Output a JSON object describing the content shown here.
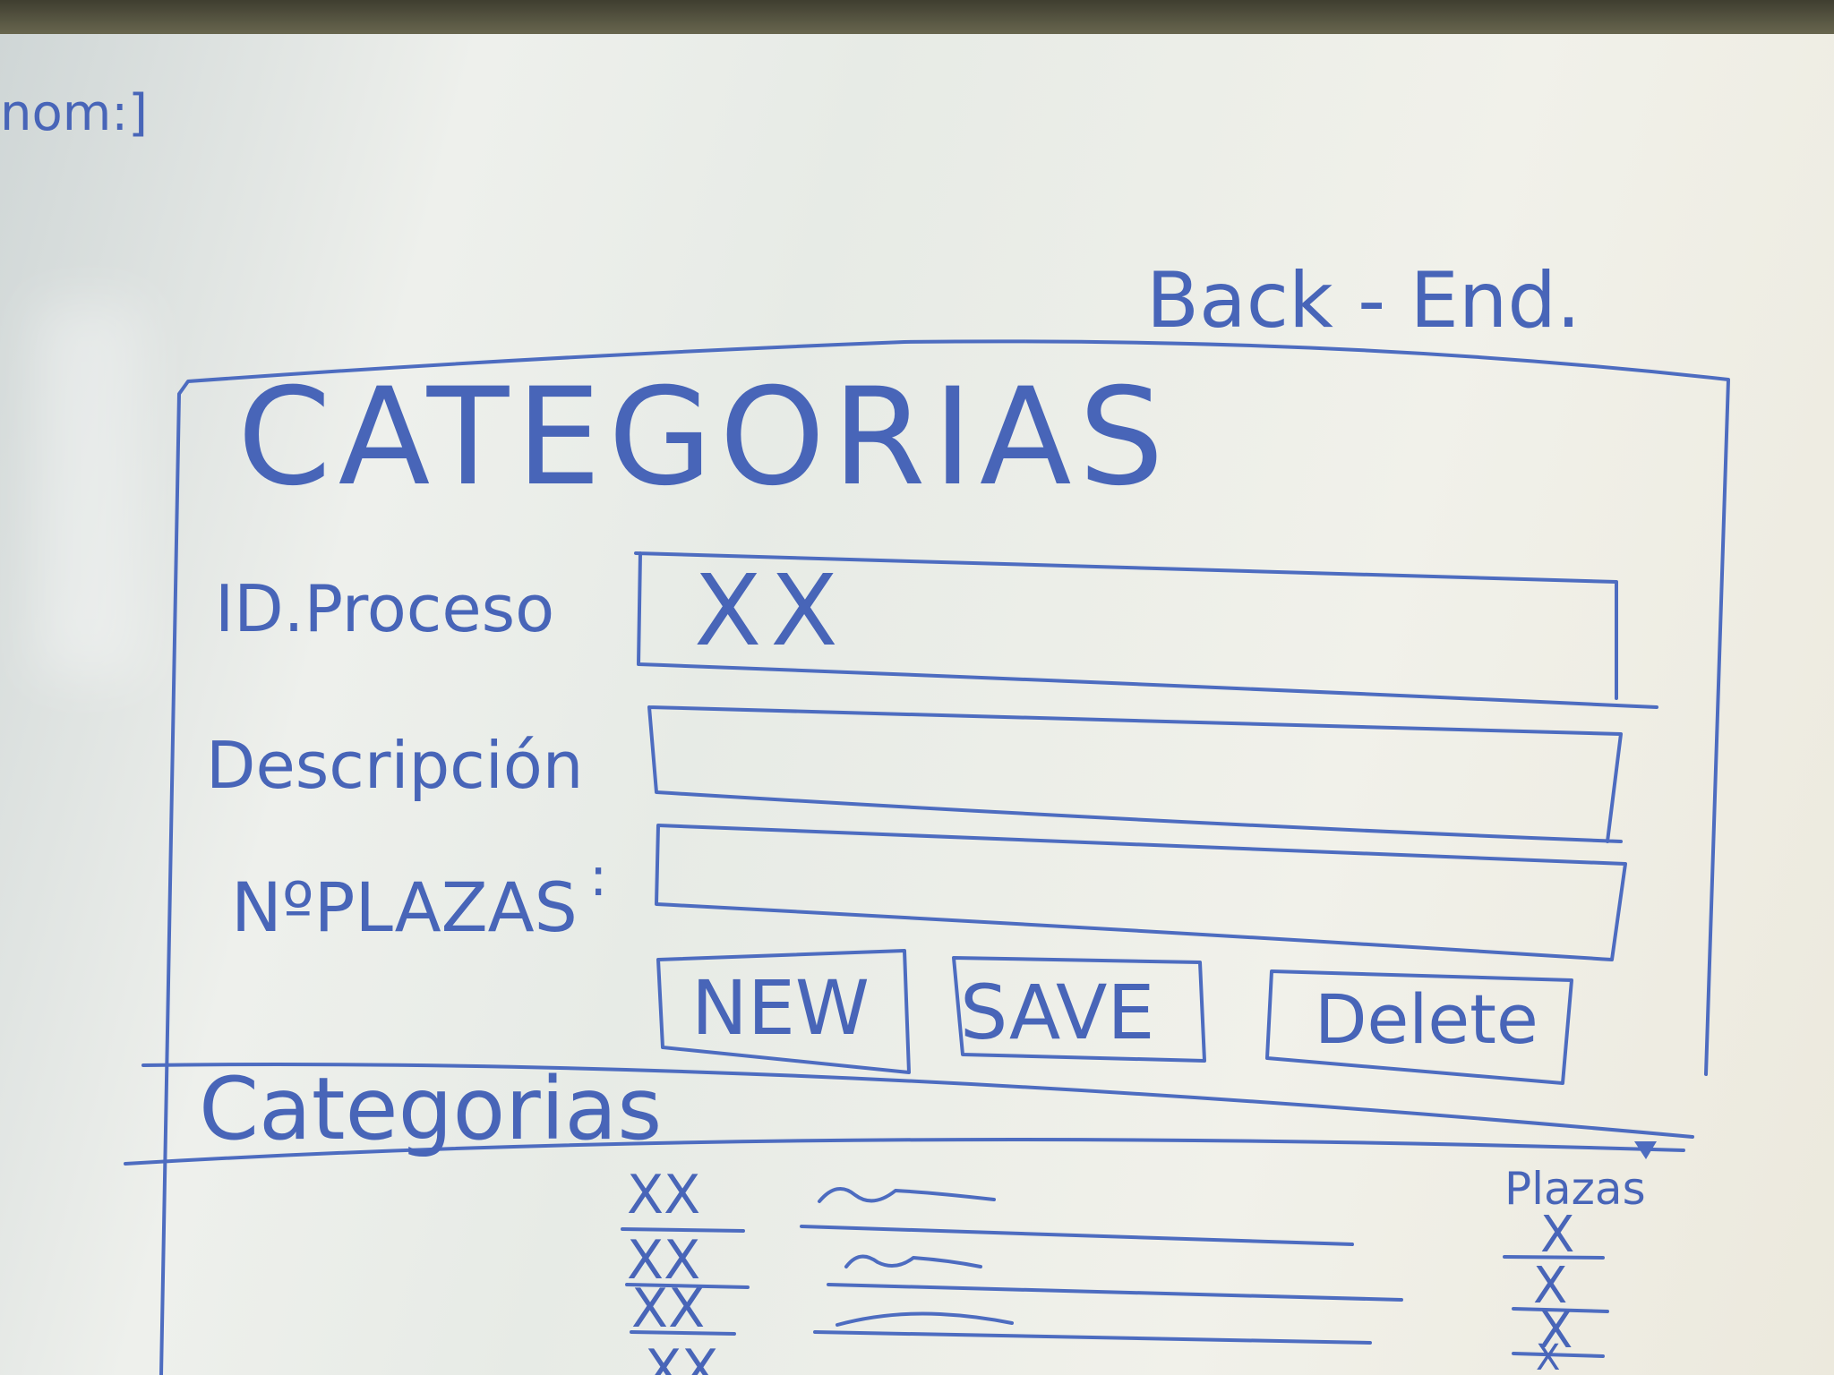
{
  "corner_note": "nom:]",
  "heading": "Back - End.",
  "form": {
    "title": "CATEGORIAS",
    "fields": [
      {
        "label": "ID.Proceso",
        "value": "XX"
      },
      {
        "label": "Descripción",
        "value": ""
      },
      {
        "label": "NºPLAZAS",
        "value": ""
      }
    ],
    "buttons": {
      "new": "NEW",
      "save": "SAVE",
      "delete": "Delete"
    }
  },
  "list": {
    "title": "Categorias",
    "plazas_header": "Plazas",
    "rows": [
      {
        "id": "XX",
        "plazas": "X"
      },
      {
        "id": "XX",
        "plazas": "X"
      },
      {
        "id": "XX",
        "plazas": "X"
      },
      {
        "id": "XX",
        "plazas": "X"
      }
    ]
  },
  "colors": {
    "ink": "#4865b8",
    "board": "#eef0ec"
  }
}
